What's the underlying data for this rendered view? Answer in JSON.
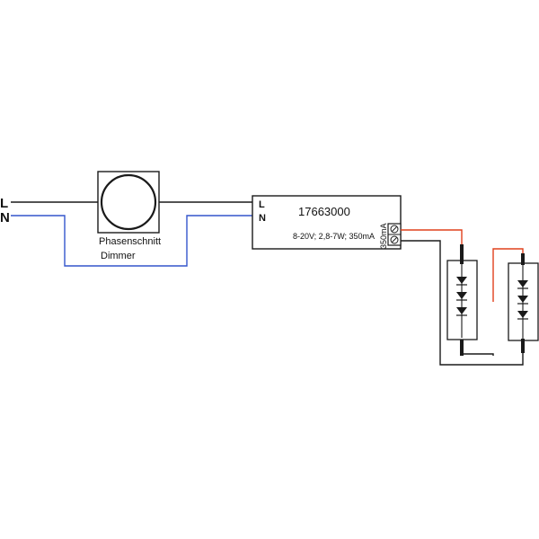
{
  "mains": {
    "l_label": "L",
    "n_label": "N"
  },
  "dimmer": {
    "line1": "Phasenschnitt",
    "line2": "Dimmer"
  },
  "driver": {
    "model": "17663000",
    "in_l": "L",
    "in_n": "N",
    "specs": "8-20V; 2,8-7W; 350mA",
    "output_label": "350mA"
  },
  "colors": {
    "line": "#1a1a1a",
    "neutral": "#3355cc",
    "positive": "#e0401c",
    "background": "#ffffff"
  },
  "led_modules": [
    {
      "leds": 3
    },
    {
      "leds": 3
    }
  ]
}
